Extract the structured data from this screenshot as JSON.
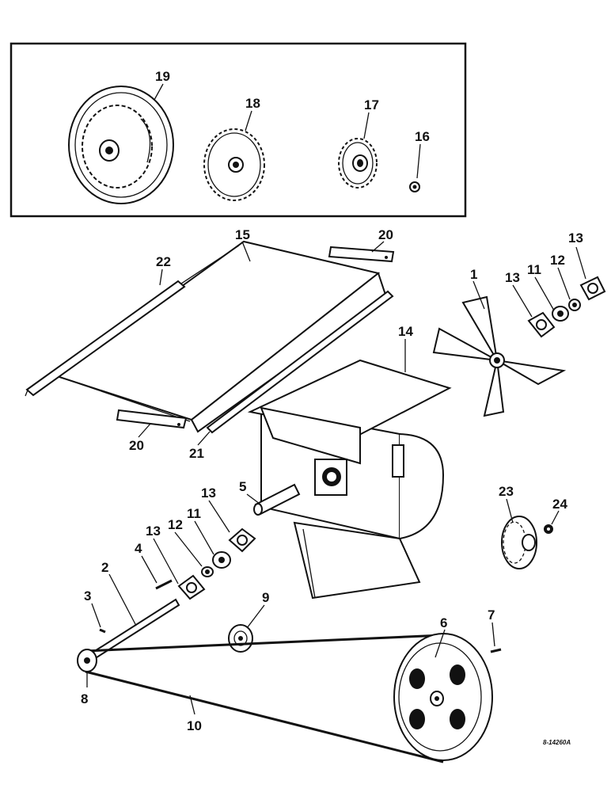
{
  "figure_id": "8-14260A",
  "parts": [
    {
      "key": "p1",
      "number": "1",
      "description": "fan-icon"
    },
    {
      "key": "p2",
      "number": "2",
      "description": "shaft-icon"
    },
    {
      "key": "p3",
      "number": "3",
      "description": "cotter-pin-icon"
    },
    {
      "key": "p4",
      "number": "4",
      "description": "pin-icon"
    },
    {
      "key": "p5",
      "number": "5",
      "description": "shaft-icon"
    },
    {
      "key": "p6",
      "number": "6",
      "description": "large-pulley-icon"
    },
    {
      "key": "p7",
      "number": "7",
      "description": "key-icon"
    },
    {
      "key": "p8",
      "number": "8",
      "description": "small-pulley-icon"
    },
    {
      "key": "p9",
      "number": "9",
      "description": "idler-pulley-icon"
    },
    {
      "key": "p10",
      "number": "10",
      "description": "v-belt-icon"
    },
    {
      "key": "p11a",
      "number": "11",
      "description": "bearing-icon"
    },
    {
      "key": "p11b",
      "number": "11",
      "description": "bearing-icon"
    },
    {
      "key": "p12a",
      "number": "12",
      "description": "collar-icon"
    },
    {
      "key": "p12b",
      "number": "12",
      "description": "collar-icon"
    },
    {
      "key": "p13a",
      "number": "13",
      "description": "flange-icon"
    },
    {
      "key": "p13b",
      "number": "13",
      "description": "flange-icon"
    },
    {
      "key": "p13c",
      "number": "13",
      "description": "flange-icon"
    },
    {
      "key": "p13d",
      "number": "13",
      "description": "flange-icon"
    },
    {
      "key": "p14",
      "number": "14",
      "description": "fan-housing-icon"
    },
    {
      "key": "p15",
      "number": "15",
      "description": "hood-icon"
    },
    {
      "key": "p16",
      "number": "16",
      "description": "nut-icon"
    },
    {
      "key": "p17",
      "number": "17",
      "description": "sprocket-small-icon"
    },
    {
      "key": "p18",
      "number": "18",
      "description": "sprocket-large-icon"
    },
    {
      "key": "p19",
      "number": "19",
      "description": "pulley-sprocket-icon"
    },
    {
      "key": "p20a",
      "number": "20",
      "description": "bracket-icon"
    },
    {
      "key": "p20b",
      "number": "20",
      "description": "bracket-icon"
    },
    {
      "key": "p21",
      "number": "21",
      "description": "strip-icon"
    },
    {
      "key": "p22",
      "number": "22",
      "description": "strip-icon"
    },
    {
      "key": "p23",
      "number": "23",
      "description": "hub-icon"
    },
    {
      "key": "p24",
      "number": "24",
      "description": "nut-icon"
    }
  ]
}
